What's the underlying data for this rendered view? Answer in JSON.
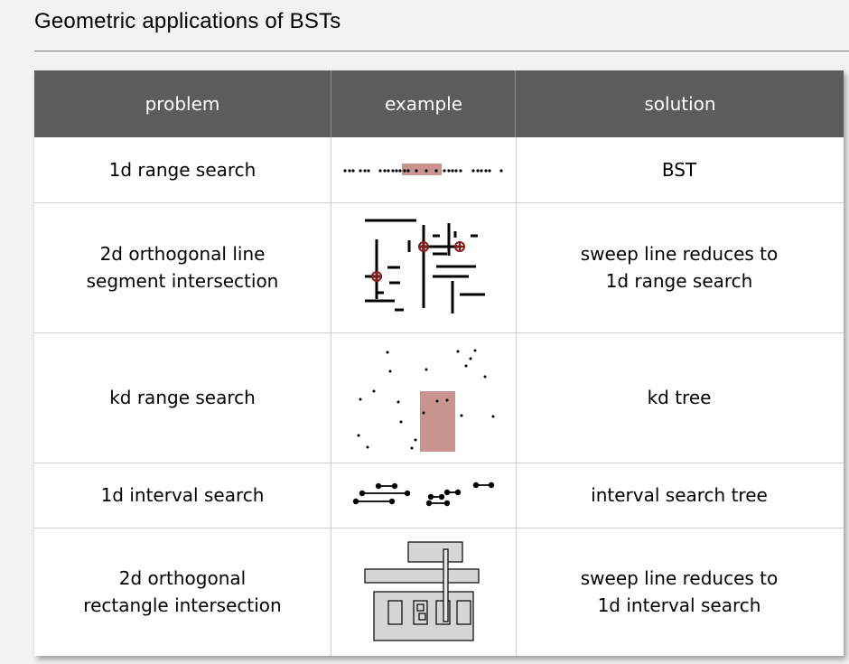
{
  "title": "Geometric applications of BSTs",
  "table": {
    "headers": [
      "problem",
      "example",
      "solution"
    ],
    "rows": [
      {
        "problem": "1d range search",
        "solution": "BST",
        "illustration": "1d-range-search-diagram"
      },
      {
        "problem": "2d orthogonal line\nsegment intersection",
        "solution": "sweep line reduces to\n1d range search",
        "illustration": "line-segment-intersection-diagram"
      },
      {
        "problem": "kd range search",
        "solution": "kd tree",
        "illustration": "kd-range-search-diagram"
      },
      {
        "problem": "1d interval search",
        "solution": "interval search tree",
        "illustration": "interval-search-diagram"
      },
      {
        "problem": "2d orthogonal\nrectangle intersection",
        "solution": "sweep line reduces to\n1d interval search",
        "illustration": "rectangle-intersection-diagram"
      }
    ]
  },
  "colors": {
    "header_bg": "#5c5c5c",
    "header_text": "#ffffff",
    "highlight": "#c9938f",
    "intersection_marker": "#8b1a1a",
    "rect_fill": "#d6d6d6"
  }
}
